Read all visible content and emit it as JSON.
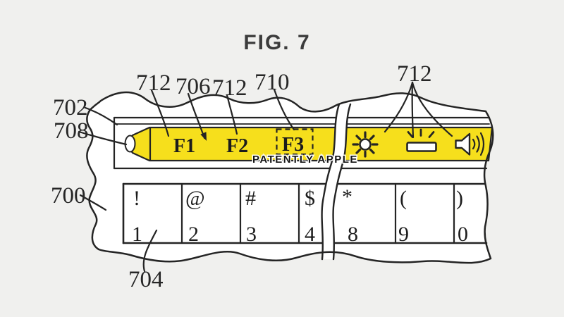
{
  "figure": {
    "title": "FIG. 7",
    "watermark": "PATENTLY APPLE"
  },
  "refs": {
    "housing": "702",
    "pencil_tip": "708",
    "keyboard": "700",
    "key": "704",
    "fkey_left": "712",
    "display_key": "706",
    "fkey_mid": "712",
    "f3_key": "710",
    "icon_keys": "712"
  },
  "function_bar": {
    "f1": "F1",
    "f2": "F2",
    "f3": "F3",
    "icons": [
      {
        "name": "brightness-sun-icon"
      },
      {
        "name": "keyboard-backlight-icon"
      },
      {
        "name": "speaker-volume-icon"
      }
    ]
  },
  "keyboard": {
    "keys": [
      {
        "symbol": "!",
        "number": "1"
      },
      {
        "symbol": "@",
        "number": "2"
      },
      {
        "symbol": "#",
        "number": "3"
      },
      {
        "symbol": "$",
        "number": "4"
      },
      {
        "symbol": "*",
        "number": "8"
      },
      {
        "symbol": "(",
        "number": "9"
      },
      {
        "symbol": ")",
        "number": "0"
      }
    ]
  },
  "colors": {
    "background": "#f0f0ee",
    "paper": "#ffffff",
    "ink": "#242424",
    "bar_yellow": "#f6df1c",
    "title_gray": "#3c3c3c"
  }
}
